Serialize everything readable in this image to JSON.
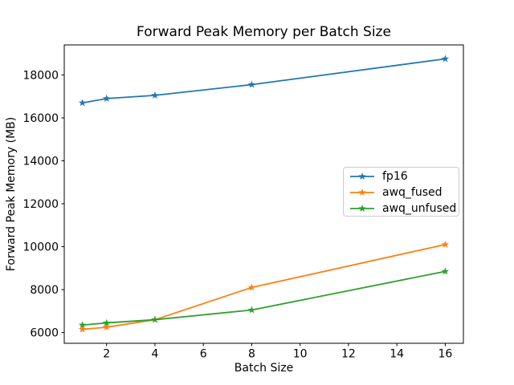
{
  "chart_data": {
    "type": "line",
    "title": "Forward Peak Memory per Batch Size",
    "xlabel": "Batch Size",
    "ylabel": "Forward Peak Memory (MB)",
    "x": [
      1,
      2,
      4,
      8,
      16
    ],
    "series": [
      {
        "name": "fp16",
        "color": "#1f77b4",
        "marker": "star",
        "values": [
          16700,
          16900,
          17050,
          17550,
          18750
        ]
      },
      {
        "name": "awq_fused",
        "color": "#ff7f0e",
        "marker": "star",
        "values": [
          6150,
          6250,
          6600,
          8100,
          10100
        ]
      },
      {
        "name": "awq_unfused",
        "color": "#2ca02c",
        "marker": "star",
        "values": [
          6350,
          6450,
          6600,
          7050,
          8850
        ]
      }
    ],
    "xticks": [
      2,
      4,
      6,
      8,
      10,
      12,
      14,
      16
    ],
    "yticks": [
      6000,
      8000,
      10000,
      12000,
      14000,
      16000,
      18000
    ],
    "xlim": [
      0.25,
      16.75
    ],
    "ylim": [
      5500,
      19400
    ],
    "grid": false,
    "legend_position": "center right",
    "frame_color": "#000000",
    "background_color": "#ffffff"
  }
}
